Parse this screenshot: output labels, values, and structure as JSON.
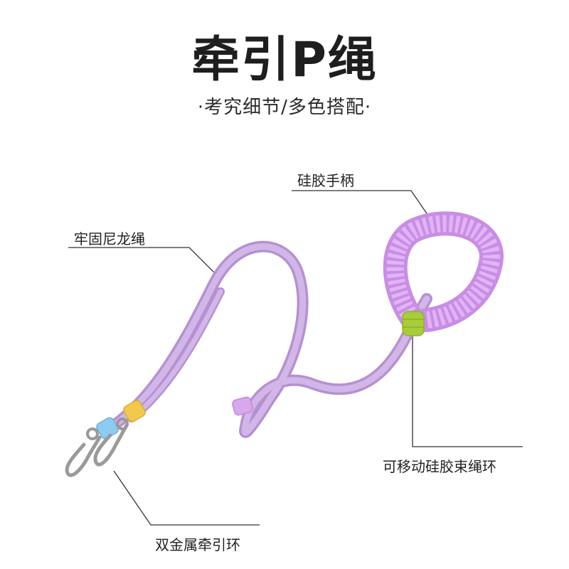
{
  "title": "牵引P绳",
  "subtitle": "·考究细节/多色搭配·",
  "callouts": {
    "handle": "硅胶手柄",
    "nylon": "牢固尼龙绳",
    "ring": "可移动硅胶束绳环",
    "metal": "双金属牵引环"
  },
  "colors": {
    "rope": "#c9a7e0",
    "handle": "#d49cf0",
    "green_ring": "#a8cc3a",
    "yellow_ring": "#f2c94c",
    "blue_ring": "#8ecbf0",
    "metal": "#c8c8c8"
  }
}
